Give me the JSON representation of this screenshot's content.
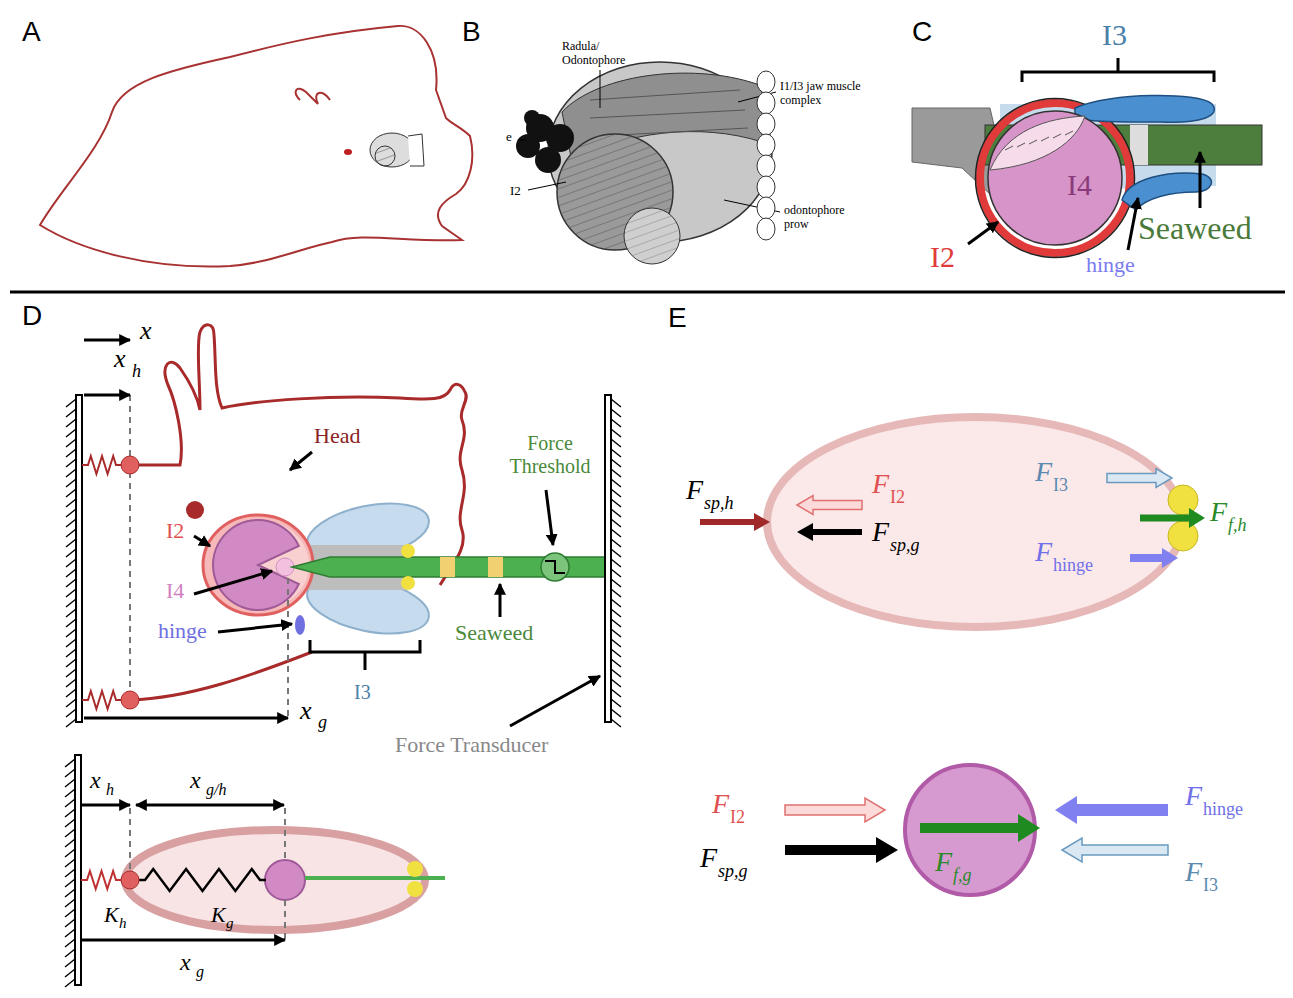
{
  "diagram": {
    "nodes": [
      {
        "text": [
          "I4"
        ]
      }
    ],
    "labels": [
      "A",
      "B",
      "C",
      "D",
      "E",
      "e",
      "Radula/ Odontophore",
      "I1/I3 jaw muscle complex",
      "I2",
      "odontophore prow",
      "I3",
      "I2",
      "hinge",
      "Seaweed",
      "x",
      "x",
      "h",
      "Head",
      "Force Threshold",
      "I2",
      "I4",
      "hinge",
      "Seaweed",
      "I3",
      "x",
      "g",
      "Force Transducer",
      "x",
      "h",
      "x",
      "g/h",
      "K",
      "h",
      "K",
      "g",
      "x",
      "g",
      "F",
      "sp,h",
      "F",
      "I2",
      "F",
      "sp,g",
      "F",
      "I3",
      "F",
      "hinge",
      "F",
      "f,h",
      "F",
      "I2",
      "F",
      "sp,g",
      "F",
      "hinge",
      "F",
      "I3",
      "F",
      "f,g"
    ]
  }
}
